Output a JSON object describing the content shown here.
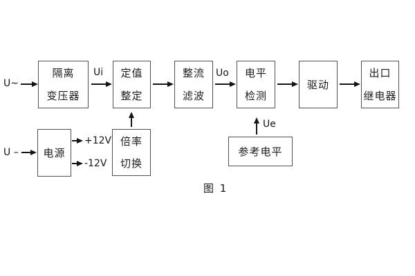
{
  "figure": {
    "caption": "图 1"
  },
  "colors": {
    "background": "#ffffff",
    "box_border": "#4f4f4f",
    "line": "#141414",
    "text": "#1c1c1c"
  },
  "inputs": {
    "ac_label": "U~",
    "dc_label": "U –"
  },
  "signal_labels": {
    "ui": "Ui",
    "uo": "Uo",
    "ue": "Ue",
    "plus_12v": "+12V",
    "minus_12v": "-12V"
  },
  "blocks": {
    "isolation_transformer": {
      "lines": [
        "隔离",
        "变压器"
      ]
    },
    "setpoint_adjust": {
      "lines": [
        "定值",
        "整定"
      ]
    },
    "rectify_filter": {
      "lines": [
        "整流",
        "滤波"
      ]
    },
    "level_detect": {
      "lines": [
        "电平",
        "检测"
      ]
    },
    "drive": {
      "lines": [
        "驱动"
      ]
    },
    "output_relay": {
      "lines": [
        "出口",
        "继电器"
      ]
    },
    "power_supply": {
      "lines": [
        "电源"
      ]
    },
    "ratio_switch": {
      "lines": [
        "倍率",
        "切换"
      ]
    },
    "reference_level": {
      "lines": [
        "参考电平"
      ]
    }
  }
}
